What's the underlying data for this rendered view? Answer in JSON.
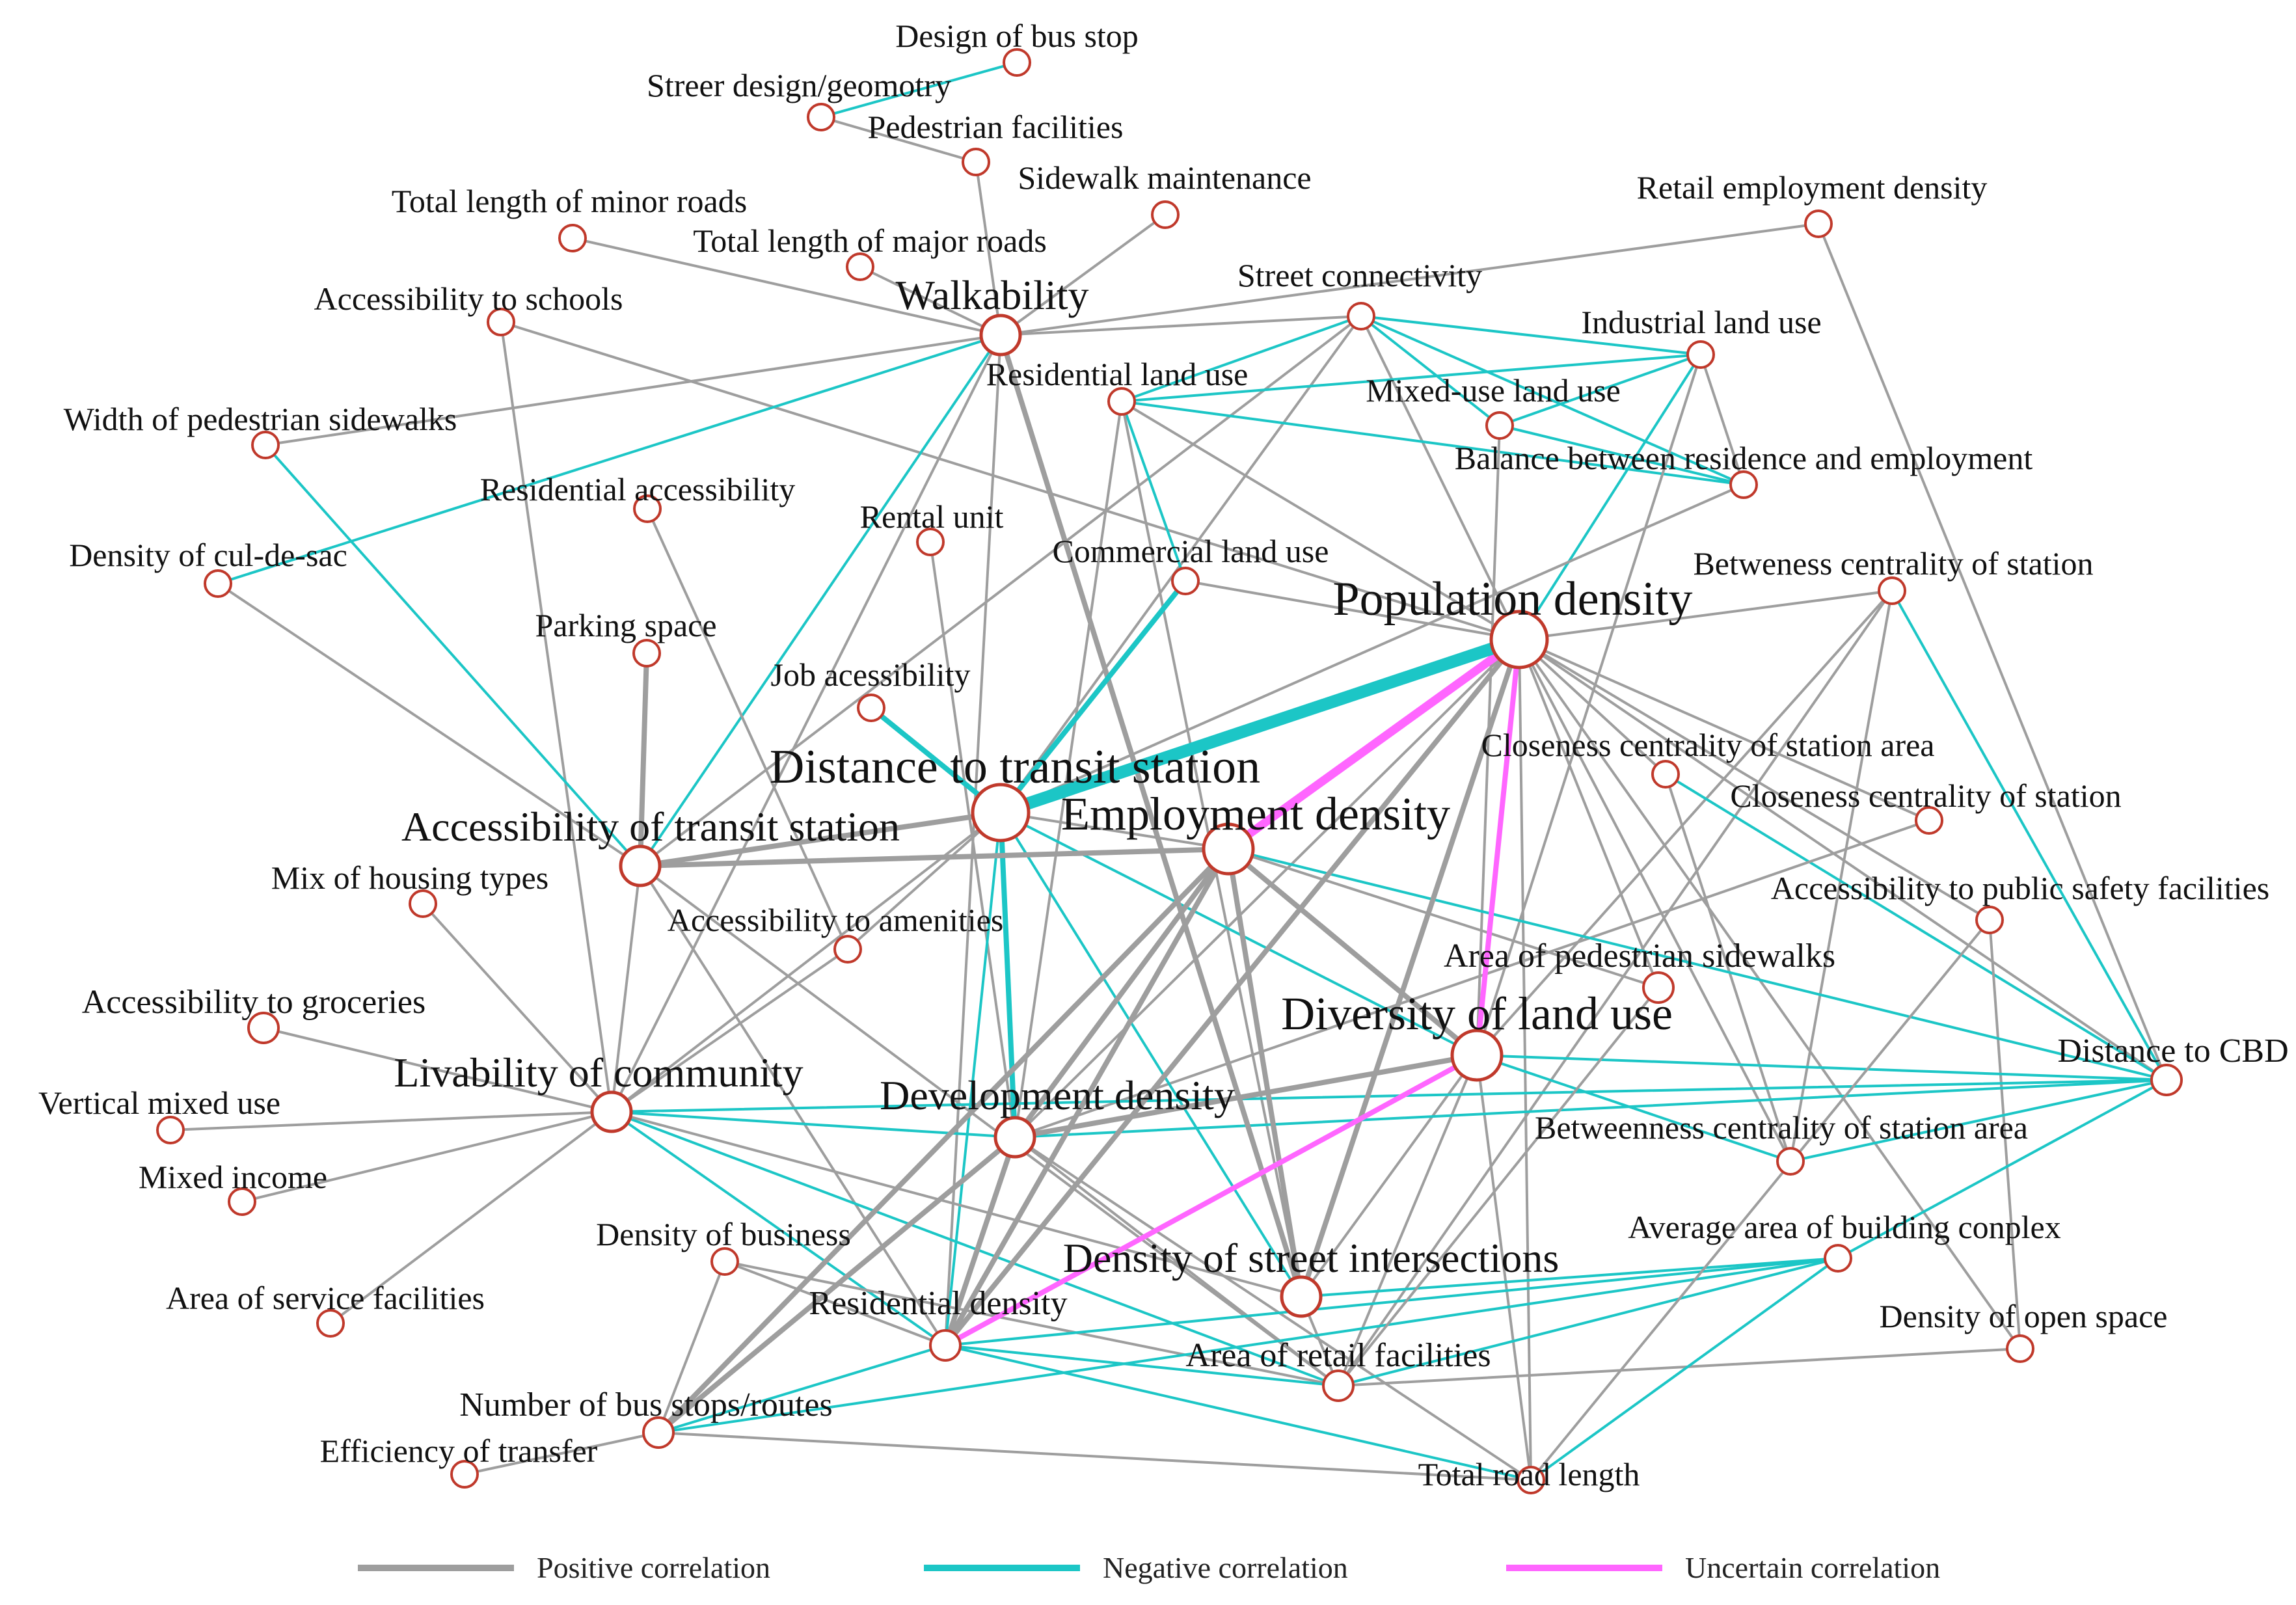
{
  "colors": {
    "positive": "#9e9e9e",
    "negative": "#1cc6c6",
    "uncertain": "#ff66ff",
    "node_stroke": "#c0392b",
    "node_fill": "#ffffff",
    "text": "#111111"
  },
  "legend": {
    "positive": "Positive correlation",
    "negative": "Negative correlation",
    "uncertain": "Uncertain correlation"
  },
  "nodes": [
    {
      "id": "design_bus_stop",
      "label": "Design of bus stop",
      "tier": 0
    },
    {
      "id": "street_design",
      "label": "Streer design/geomotry",
      "tier": 0
    },
    {
      "id": "pedestrian_facilities",
      "label": "Pedestrian facilities",
      "tier": 0
    },
    {
      "id": "sidewalk_maintenance",
      "label": "Sidewalk maintenance",
      "tier": 0
    },
    {
      "id": "minor_roads",
      "label": "Total length of minor roads",
      "tier": 0
    },
    {
      "id": "major_roads",
      "label": "Total length of major roads",
      "tier": 0
    },
    {
      "id": "retail_emp_density",
      "label": "Retail employment density",
      "tier": 0
    },
    {
      "id": "access_schools",
      "label": "Accessibility to schools",
      "tier": 0
    },
    {
      "id": "walkability",
      "label": "Walkability",
      "tier": 2
    },
    {
      "id": "street_connectivity",
      "label": "Street connectivity",
      "tier": 0
    },
    {
      "id": "industrial_land",
      "label": "Industrial land use",
      "tier": 0
    },
    {
      "id": "residential_land",
      "label": "Residential land use",
      "tier": 0
    },
    {
      "id": "mixed_land",
      "label": "Mixed-use land use",
      "tier": 0
    },
    {
      "id": "width_sidewalks",
      "label": "Width of pedestrian sidewalks",
      "tier": 0
    },
    {
      "id": "balance_res_emp",
      "label": "Balance between residence and employment",
      "tier": 0
    },
    {
      "id": "res_accessibility",
      "label": "Residential accessibility",
      "tier": 0
    },
    {
      "id": "rental_unit",
      "label": "Rental unit",
      "tier": 0
    },
    {
      "id": "density_culdesac",
      "label": "Density of cul-de-sac",
      "tier": 0
    },
    {
      "id": "commercial_land",
      "label": "Commercial land use",
      "tier": 0
    },
    {
      "id": "betweeness_station",
      "label": "Betweness centrality of station",
      "tier": 0
    },
    {
      "id": "population_density",
      "label": "Population density",
      "tier": 4
    },
    {
      "id": "parking_space",
      "label": "Parking space",
      "tier": 0
    },
    {
      "id": "job_access",
      "label": "Job acessibility",
      "tier": 0
    },
    {
      "id": "closeness_station_area",
      "label": "Closeness centrality of station area",
      "tier": 0
    },
    {
      "id": "closeness_station",
      "label": "Closeness centrality of station",
      "tier": 0
    },
    {
      "id": "distance_transit",
      "label": "Distance to transit station",
      "tier": 4
    },
    {
      "id": "employment_density",
      "label": "Employment density",
      "tier": 3
    },
    {
      "id": "access_transit",
      "label": "Accessibility of transit station",
      "tier": 2
    },
    {
      "id": "mix_housing",
      "label": "Mix of housing types",
      "tier": 0
    },
    {
      "id": "access_safety",
      "label": "Accessibility to public safety facilities",
      "tier": 0
    },
    {
      "id": "access_amenities",
      "label": "Accessibility to amenities",
      "tier": 0
    },
    {
      "id": "area_ped_sidewalks",
      "label": "Area of pedestrian sidewalks",
      "tier": 1
    },
    {
      "id": "access_groceries",
      "label": "Accessibility to groceries",
      "tier": 1
    },
    {
      "id": "diversity_land",
      "label": "Diversity of land use",
      "tier": 3
    },
    {
      "id": "distance_cbd",
      "label": "Distance to CBD",
      "tier": 1
    },
    {
      "id": "livability",
      "label": "Livability of community",
      "tier": 2
    },
    {
      "id": "vertical_mixed",
      "label": "Vertical mixed use",
      "tier": 0
    },
    {
      "id": "development_density",
      "label": "Development density",
      "tier": 2
    },
    {
      "id": "betweenness_station_area",
      "label": "Betweenness centrality of station area",
      "tier": 0
    },
    {
      "id": "mixed_income",
      "label": "Mixed income",
      "tier": 0
    },
    {
      "id": "avg_building_complex",
      "label": "Average area of building conplex",
      "tier": 0
    },
    {
      "id": "density_business",
      "label": "Density of business",
      "tier": 0
    },
    {
      "id": "street_intersections",
      "label": "Density of street intersections",
      "tier": 2
    },
    {
      "id": "area_service",
      "label": "Area of service facilities",
      "tier": 0
    },
    {
      "id": "residential_density",
      "label": "Residential density",
      "tier": 1
    },
    {
      "id": "density_open_space",
      "label": "Density of open space",
      "tier": 0
    },
    {
      "id": "area_retail",
      "label": "Area of retail facilities",
      "tier": 1
    },
    {
      "id": "bus_stops",
      "label": "Number of bus stops/routes",
      "tier": 1
    },
    {
      "id": "efficiency_transfer",
      "label": "Efficiency of transfer",
      "tier": 0
    },
    {
      "id": "total_road_length",
      "label": "Total road length",
      "tier": 0
    }
  ],
  "edges": [
    [
      "design_bus_stop",
      "street_design",
      "n",
      1
    ],
    [
      "street_design",
      "pedestrian_facilities",
      "p",
      1
    ],
    [
      "pedestrian_facilities",
      "walkability",
      "p",
      1
    ],
    [
      "sidewalk_maintenance",
      "walkability",
      "p",
      1
    ],
    [
      "minor_roads",
      "walkability",
      "p",
      1
    ],
    [
      "major_roads",
      "walkability",
      "p",
      1
    ],
    [
      "access_schools",
      "livability",
      "p",
      1
    ],
    [
      "access_schools",
      "population_density",
      "p",
      1
    ],
    [
      "walkability",
      "street_connectivity",
      "p",
      1
    ],
    [
      "walkability",
      "width_sidewalks",
      "p",
      1
    ],
    [
      "walkability",
      "density_culdesac",
      "n",
      1
    ],
    [
      "walkability",
      "access_transit",
      "n",
      1
    ],
    [
      "walkability",
      "street_intersections",
      "p",
      2
    ],
    [
      "walkability",
      "residential_density",
      "p",
      1
    ],
    [
      "walkability",
      "livability",
      "p",
      1
    ],
    [
      "width_sidewalks",
      "access_transit",
      "n",
      1
    ],
    [
      "density_culdesac",
      "access_transit",
      "p",
      1
    ],
    [
      "res_accessibility",
      "access_amenities",
      "p",
      1
    ],
    [
      "rental_unit",
      "development_density",
      "p",
      1
    ],
    [
      "parking_space",
      "access_transit",
      "p",
      2
    ],
    [
      "job_access",
      "distance_transit",
      "n",
      2
    ],
    [
      "commercial_land",
      "distance_transit",
      "n",
      2
    ],
    [
      "commercial_land",
      "population_density",
      "p",
      1
    ],
    [
      "street_connectivity",
      "industrial_land",
      "n",
      1
    ],
    [
      "street_connectivity",
      "mixed_land",
      "n",
      1
    ],
    [
      "street_connectivity",
      "balance_res_emp",
      "n",
      1
    ],
    [
      "street_connectivity",
      "residential_land",
      "n",
      1
    ],
    [
      "street_connectivity",
      "population_density",
      "p",
      1
    ],
    [
      "street_connectivity",
      "distance_transit",
      "p",
      1
    ],
    [
      "street_connectivity",
      "access_transit",
      "p",
      1
    ],
    [
      "residential_land",
      "industrial_land",
      "n",
      1
    ],
    [
      "residential_land",
      "balance_res_emp",
      "n",
      1
    ],
    [
      "residential_land",
      "commercial_land",
      "n",
      1
    ],
    [
      "residential_land",
      "population_density",
      "p",
      1
    ],
    [
      "residential_land",
      "development_density",
      "p",
      1
    ],
    [
      "residential_land",
      "street_intersections",
      "p",
      1
    ],
    [
      "mixed_land",
      "industrial_land",
      "n",
      1
    ],
    [
      "mixed_land",
      "balance_res_emp",
      "n",
      1
    ],
    [
      "industrial_land",
      "population_density",
      "n",
      1
    ],
    [
      "industrial_land",
      "balance_res_emp",
      "p",
      1
    ],
    [
      "industrial_land",
      "diversity_land",
      "p",
      1
    ],
    [
      "balance_res_emp",
      "distance_transit",
      "p",
      1
    ],
    [
      "retail_emp_density",
      "distance_cbd",
      "p",
      1
    ],
    [
      "retail_emp_density",
      "walkability",
      "p",
      1
    ],
    [
      "mixed_land",
      "diversity_land",
      "p",
      1
    ],
    [
      "population_density",
      "distance_transit",
      "n",
      4
    ],
    [
      "population_density",
      "employment_density",
      "u",
      3
    ],
    [
      "population_density",
      "diversity_land",
      "u",
      2
    ],
    [
      "population_density",
      "street_intersections",
      "p",
      2
    ],
    [
      "population_density",
      "residential_density",
      "p",
      2
    ],
    [
      "population_density",
      "betweeness_station",
      "p",
      1
    ],
    [
      "population_density",
      "closeness_station_area",
      "p",
      1
    ],
    [
      "population_density",
      "closeness_station",
      "p",
      1
    ],
    [
      "population_density",
      "access_safety",
      "p",
      1
    ],
    [
      "population_density",
      "distance_cbd",
      "p",
      1
    ],
    [
      "population_density",
      "betweenness_station_area",
      "p",
      1
    ],
    [
      "population_density",
      "area_ped_sidewalks",
      "p",
      1
    ],
    [
      "population_density",
      "total_road_length",
      "p",
      1
    ],
    [
      "population_density",
      "density_open_space",
      "p",
      1
    ],
    [
      "population_density",
      "development_density",
      "p",
      1
    ],
    [
      "betweeness_station",
      "distance_cbd",
      "n",
      1
    ],
    [
      "betweeness_station",
      "betweenness_station_area",
      "p",
      1
    ],
    [
      "betweeness_station",
      "area_retail",
      "p",
      1
    ],
    [
      "betweeness_station",
      "diversity_land",
      "p",
      1
    ],
    [
      "closeness_station_area",
      "distance_cbd",
      "n",
      1
    ],
    [
      "closeness_station_area",
      "betweenness_station_area",
      "p",
      1
    ],
    [
      "closeness_station",
      "development_density",
      "p",
      1
    ],
    [
      "access_safety",
      "density_open_space",
      "p",
      1
    ],
    [
      "distance_transit",
      "employment_density",
      "p",
      1
    ],
    [
      "distance_transit",
      "access_transit",
      "p",
      2
    ],
    [
      "distance_transit",
      "development_density",
      "n",
      2
    ],
    [
      "distance_transit",
      "residential_density",
      "n",
      1
    ],
    [
      "distance_transit",
      "street_intersections",
      "n",
      1
    ],
    [
      "distance_transit",
      "diversity_land",
      "n",
      1
    ],
    [
      "distance_transit",
      "livability",
      "p",
      1
    ],
    [
      "employment_density",
      "access_transit",
      "p",
      2
    ],
    [
      "employment_density",
      "street_intersections",
      "p",
      2
    ],
    [
      "employment_density",
      "diversity_land",
      "p",
      2
    ],
    [
      "employment_density",
      "residential_density",
      "p",
      2
    ],
    [
      "employment_density",
      "distance_cbd",
      "n",
      1
    ],
    [
      "employment_density",
      "area_ped_sidewalks",
      "p",
      1
    ],
    [
      "employment_density",
      "development_density",
      "p",
      2
    ],
    [
      "employment_density",
      "bus_stops",
      "p",
      2
    ],
    [
      "diversity_land",
      "residential_density",
      "u",
      2
    ],
    [
      "diversity_land",
      "development_density",
      "p",
      2
    ],
    [
      "diversity_land",
      "street_intersections",
      "p",
      1
    ],
    [
      "diversity_land",
      "distance_cbd",
      "n",
      1
    ],
    [
      "diversity_land",
      "betweenness_station_area",
      "n",
      1
    ],
    [
      "diversity_land",
      "area_retail",
      "p",
      1
    ],
    [
      "diversity_land",
      "total_road_length",
      "p",
      1
    ],
    [
      "access_transit",
      "livability",
      "p",
      1
    ],
    [
      "access_transit",
      "area_retail",
      "p",
      1
    ],
    [
      "access_transit",
      "residential_density",
      "p",
      1
    ],
    [
      "mix_housing",
      "livability",
      "p",
      1
    ],
    [
      "access_groceries",
      "livability",
      "p",
      1
    ],
    [
      "vertical_mixed",
      "livability",
      "p",
      1
    ],
    [
      "mixed_income",
      "livability",
      "p",
      1
    ],
    [
      "area_service",
      "livability",
      "p",
      1
    ],
    [
      "livability",
      "distance_cbd",
      "n",
      1
    ],
    [
      "livability",
      "development_density",
      "n",
      1
    ],
    [
      "livability",
      "residential_density",
      "n",
      1
    ],
    [
      "livability",
      "area_retail",
      "n",
      1
    ],
    [
      "livability",
      "street_intersections",
      "p",
      1
    ],
    [
      "livability",
      "access_amenities",
      "p",
      1
    ],
    [
      "development_density",
      "bus_stops",
      "p",
      2
    ],
    [
      "development_density",
      "residential_density",
      "p",
      2
    ],
    [
      "development_density",
      "distance_cbd",
      "n",
      1
    ],
    [
      "development_density",
      "area_retail",
      "p",
      1
    ],
    [
      "development_density",
      "total_road_length",
      "p",
      1
    ],
    [
      "density_business",
      "area_retail",
      "p",
      1
    ],
    [
      "density_business",
      "residential_density",
      "p",
      1
    ],
    [
      "density_business",
      "bus_stops",
      "p",
      1
    ],
    [
      "street_intersections",
      "avg_building_complex",
      "n",
      1
    ],
    [
      "street_intersections",
      "area_retail",
      "p",
      1
    ],
    [
      "residential_density",
      "area_retail",
      "n",
      1
    ],
    [
      "residential_density",
      "bus_stops",
      "n",
      1
    ],
    [
      "residential_density",
      "avg_building_complex",
      "n",
      1
    ],
    [
      "residential_density",
      "total_road_length",
      "n",
      1
    ],
    [
      "area_retail",
      "avg_building_complex",
      "n",
      1
    ],
    [
      "area_retail",
      "density_open_space",
      "p",
      1
    ],
    [
      "bus_stops",
      "total_road_length",
      "p",
      1
    ],
    [
      "bus_stops",
      "efficiency_transfer",
      "p",
      1
    ],
    [
      "bus_stops",
      "avg_building_complex",
      "n",
      1
    ],
    [
      "avg_building_complex",
      "total_road_length",
      "n",
      1
    ],
    [
      "access_safety",
      "total_road_length",
      "p",
      1
    ],
    [
      "distance_cbd",
      "betweenness_station_area",
      "n",
      1
    ],
    [
      "distance_cbd",
      "avg_building_complex",
      "n",
      1
    ],
    [
      "area_ped_sidewalks",
      "area_retail",
      "p",
      1
    ],
    [
      "access_amenities",
      "distance_transit",
      "p",
      1
    ]
  ]
}
